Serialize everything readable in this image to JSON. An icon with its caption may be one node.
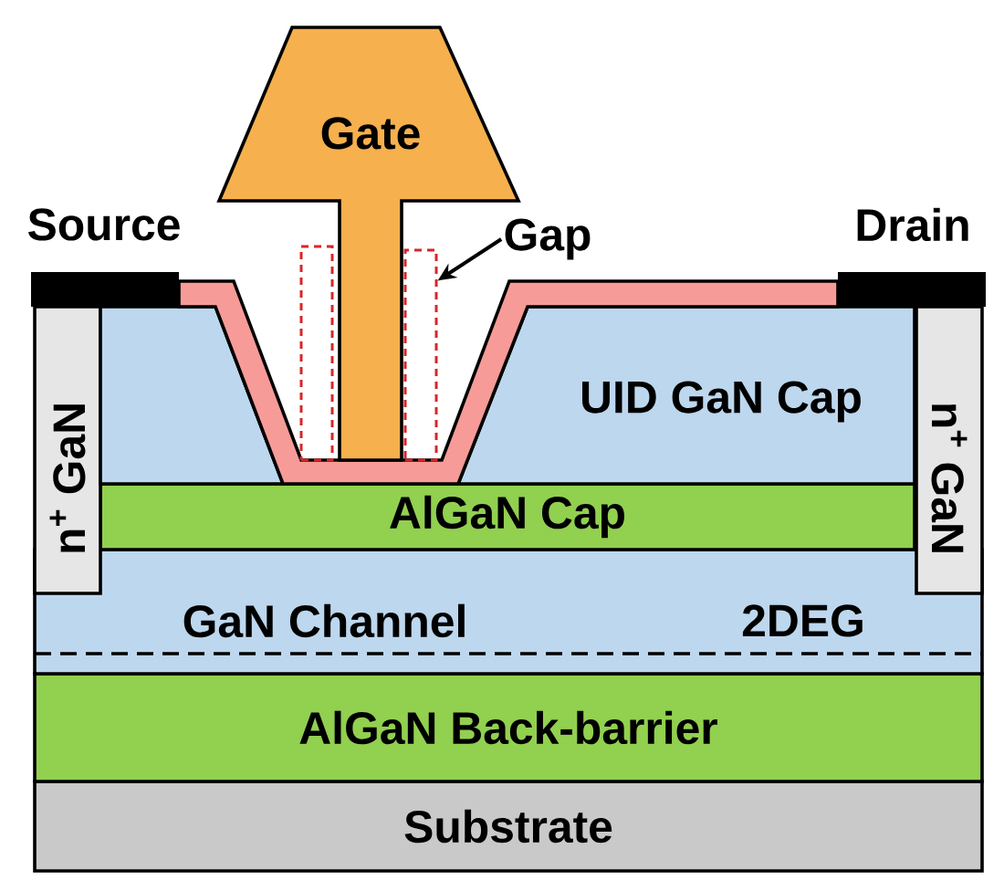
{
  "diagram": {
    "nodes": [
      {
        "text": [
          "Gate"
        ]
      },
      {
        "text": [
          "Source"
        ]
      },
      {
        "text": [
          "Drain"
        ]
      },
      {
        "text": [
          "n$^{+}$ GaN"
        ]
      },
      {
        "text": [
          "n$^{+}$ GaN"
        ]
      },
      {
        "text": [
          "UID GaN Cap"
        ]
      },
      {
        "text": [
          "AlGaN Cap"
        ]
      },
      {
        "text": [
          "GaN Channel"
        ]
      },
      {
        "text": [
          "AlGaN Back-barrier"
        ]
      },
      {
        "text": [
          "Substrate"
        ]
      },
      {
        "text": [
          "Gap"
        ]
      },
      {
        "text": [],
        "shape": "box"
      },
      {
        "text": [],
        "shape": "box"
      }
    ],
    "edges": [
      {
        "from": 10,
        "to": 12,
        "arrow": "to"
      }
    ],
    "labels": [
      "2DEG"
    ]
  }
}
